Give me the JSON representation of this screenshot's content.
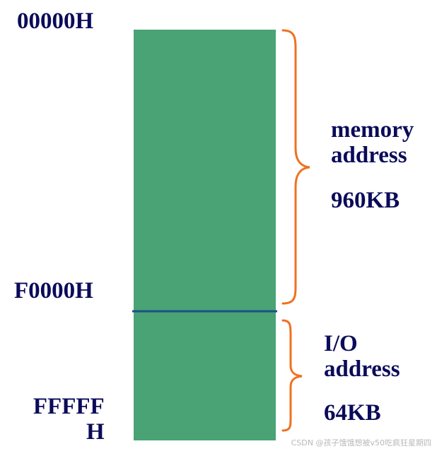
{
  "addresses": {
    "start": "00000H",
    "split": "F0000H",
    "end_line1": "FFFFF",
    "end_line2": "H"
  },
  "memory_region": {
    "label_line1": "memory",
    "label_line2": "address",
    "size": "960KB"
  },
  "io_region": {
    "label_line1": "I/O",
    "label_line2": "address",
    "size": "64KB"
  },
  "colors": {
    "block_fill": "#49a374",
    "divider": "#1f4e8c",
    "brace": "#f07020",
    "text": "#0b0b5a"
  },
  "watermark": "CSDN @孩子饿饿想被v50吃疯狂星期四"
}
